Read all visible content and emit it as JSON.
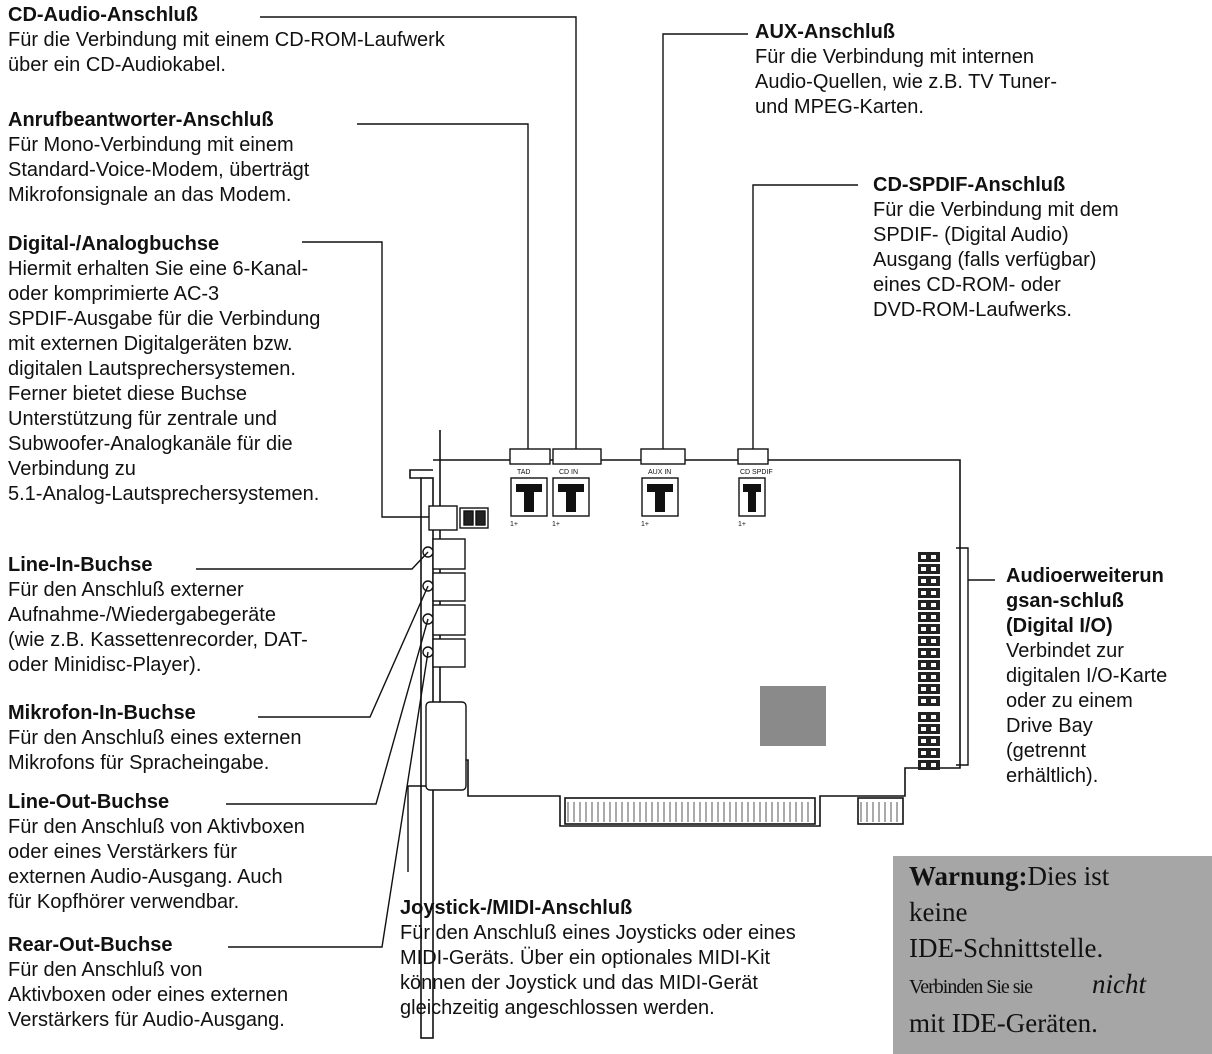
{
  "labels": {
    "cd_audio": {
      "title": "CD-Audio-Anschluß",
      "lines": [
        "Für die Verbindung mit einem CD-ROM-Laufwerk",
        "über ein CD-Audiokabel."
      ]
    },
    "tad": {
      "title": "Anrufbeantworter-Anschluß",
      "lines": [
        "Für Mono-Verbindung mit einem",
        "Standard-Voice-Modem, überträgt",
        "Mikrofonsignale an das Modem."
      ]
    },
    "digital_analog": {
      "title": "Digital-/Analogbuchse",
      "lines": [
        "Hiermit erhalten Sie eine 6-Kanal-",
        "oder komprimierte AC-3",
        "SPDIF-Ausgabe für die Verbindung",
        "mit externen Digitalgeräten bzw.",
        "digitalen Lautsprechersystemen.",
        "Ferner bietet diese Buchse",
        "Unterstützung für zentrale und",
        "Subwoofer-Analogkanäle für die",
        "Verbindung zu",
        "5.1-Analog-Lautsprechersystemen."
      ]
    },
    "line_in": {
      "title": "Line-In-Buchse",
      "lines": [
        "Für den Anschluß externer",
        "Aufnahme-/Wiedergabegeräte",
        "(wie z.B. Kassettenrecorder, DAT-",
        "oder Minidisc-Player)."
      ]
    },
    "mic_in": {
      "title": "Mikrofon-In-Buchse",
      "lines": [
        "Für den Anschluß eines externen",
        "Mikrofons für Spracheingabe."
      ]
    },
    "line_out": {
      "title": "Line-Out-Buchse",
      "lines": [
        "Für den Anschluß von Aktivboxen",
        "oder eines Verstärkers für",
        "externen Audio-Ausgang. Auch",
        "für Kopfhörer verwendbar."
      ]
    },
    "rear_out": {
      "title": "Rear-Out-Buchse",
      "lines": [
        "Für den Anschluß von",
        "Aktivboxen oder eines externen",
        "Verstärkers für Audio-Ausgang."
      ]
    },
    "aux": {
      "title": "AUX-Anschluß",
      "lines": [
        "Für die Verbindung mit internen",
        "Audio-Quellen, wie z.B. TV Tuner-",
        "und MPEG-Karten."
      ]
    },
    "cd_spdif": {
      "title": "CD-SPDIF-Anschluß",
      "lines": [
        "Für die Verbindung mit dem",
        "SPDIF- (Digital Audio)",
        "Ausgang (falls verfügbar)",
        "eines CD-ROM- oder",
        "DVD-ROM-Laufwerks."
      ]
    },
    "audio_ext": {
      "title_lines": [
        "Audioerweiterun",
        "gsan-schluß",
        "(Digital I/O)"
      ],
      "lines": [
        "Verbindet zur",
        "digitalen I/O-Karte",
        "oder zu einem",
        "Drive Bay",
        "(getrennt",
        "erhältlich)."
      ]
    },
    "joystick": {
      "title": "Joystick-/MIDI-Anschluß",
      "lines": [
        "Für den Anschluß eines Joysticks oder eines",
        "MIDI-Geräts. Über ein optionales MIDI-Kit",
        "können der Joystick und das MIDI-Gerät",
        "gleichzeitig angeschlossen werden."
      ]
    }
  },
  "warning": {
    "bold": "Warnung:",
    "l1_rest": "Dies ist",
    "l2": "keine",
    "l3": "IDE-Schnittstelle.",
    "l4a": "Verbinden Sie sie",
    "l4b": "nicht",
    "l5": "mit IDE-Geräten."
  },
  "board": {
    "connector_labels": [
      "TAD",
      "CD IN",
      "AUX IN",
      "CD SPDIF"
    ],
    "pin_label": "1+"
  }
}
